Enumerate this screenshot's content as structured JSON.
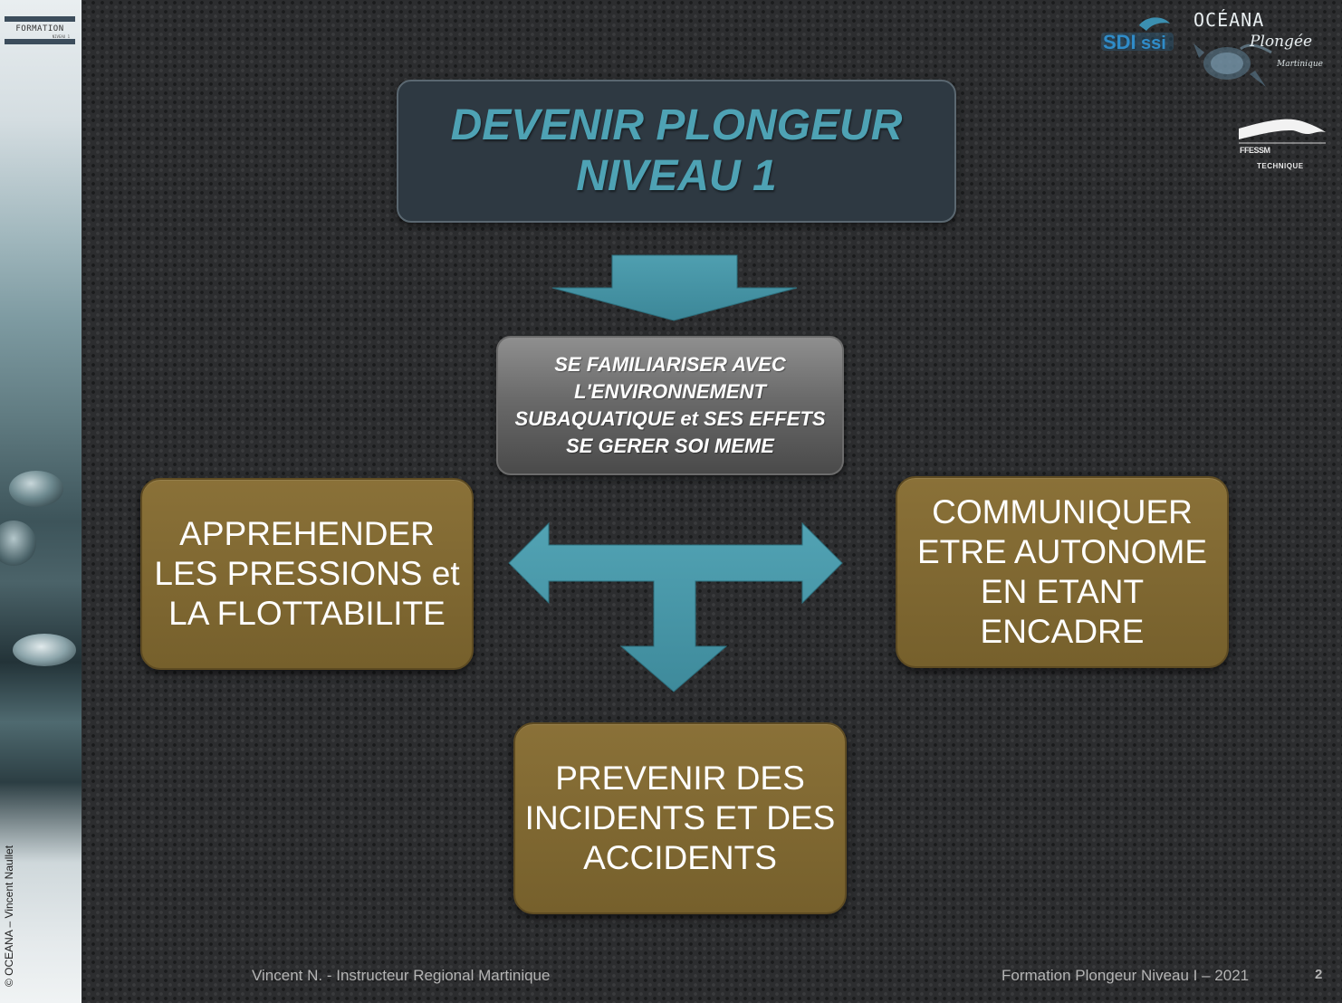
{
  "sidebar": {
    "formation_label": "FORMATION",
    "formation_sublabel": "NIVEAU 1",
    "copyright": "© OCEANA – Vincent Naullet"
  },
  "logos": {
    "ssi": "SDI ssi",
    "oceana_title": "OCÉANA",
    "oceana_sub": "Plongée",
    "oceana_region": "Martinique",
    "ffessm": "FFESSM",
    "ffessm_sub": "TECHNIQUE"
  },
  "title": {
    "line1": "DEVENIR PLONGEUR",
    "line2": "NIVEAU 1"
  },
  "center_box": {
    "lines": [
      "SE FAMILIARISER AVEC",
      "L'ENVIRONNEMENT",
      "SUBAQUATIQUE et SES EFFETS",
      "SE GERER SOI MEME"
    ]
  },
  "left_box": {
    "lines": [
      "APPREHENDER",
      "LES PRESSIONS et",
      "LA FLOTTABILITE"
    ]
  },
  "right_box": {
    "lines": [
      "COMMUNIQUER",
      "ETRE AUTONOME",
      "EN ETANT",
      "ENCADRE"
    ]
  },
  "bottom_box": {
    "lines": [
      "PREVENIR DES",
      "INCIDENTS ET DES",
      "ACCIDENTS"
    ]
  },
  "footer": {
    "author": "Vincent N. - Instructeur Regional Martinique",
    "course": "Formation Plongeur Niveau I – 2021",
    "page": "2"
  },
  "colors": {
    "title_text": "#4ea2b4",
    "arrow_fill": "#4896a6",
    "gold_box": "#7f6831",
    "title_box": "#2e3942"
  }
}
